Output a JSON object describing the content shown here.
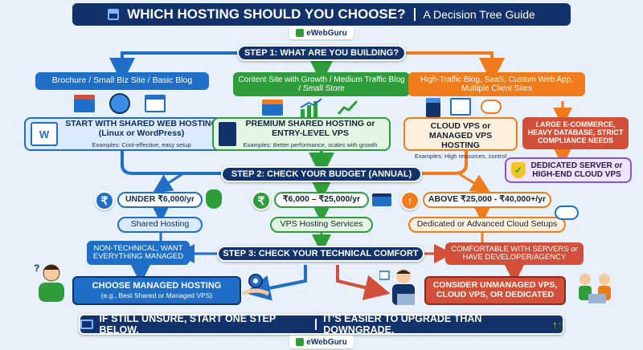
{
  "header": {
    "title": "WHICH HOSTING SHOULD YOU CHOOSE?",
    "subtitle": "A Decision Tree Guide",
    "logo_text": "eWebGuru"
  },
  "step1": {
    "label": "STEP 1: WHAT ARE YOU BUILDING?",
    "options": [
      "Brochure / Small Biz Site / Basic Blog",
      "Content Site with Growth / Medium Traffic Blog / Small Store",
      "High-Traffic Blog, SaaS, Custom Web App, Multiple Client Sites"
    ]
  },
  "recommendations": [
    {
      "title": "START WITH SHARED WEB HOSTING (Linux or WordPress)",
      "examples": "Examples: Cost-effective, easy setup"
    },
    {
      "title": "PREMIUM SHARED HOSTING or ENTRY-LEVEL VPS",
      "examples": "Examples: Better performance, scales with growth"
    },
    {
      "title": "CLOUD VPS or MANAGED VPS HOSTING",
      "examples": "Examples: High resources, control"
    }
  ],
  "enterprise": {
    "need": "LARGE E-COMMERCE, HEAVY DATABASE, STRICT COMPLIANCE NEEDS",
    "result": "DEDICATED SERVER or HIGH-END CLOUD VPS"
  },
  "step2": {
    "label": "STEP 2: CHECK YOUR BUDGET (ANNUAL)",
    "budgets": [
      {
        "range": "UNDER ₹6,000/yr",
        "result": "Shared Hosting"
      },
      {
        "range": "₹6,000 – ₹25,000/yr",
        "result": "VPS Hosting Services"
      },
      {
        "range": "ABOVE ₹25,000 - ₹40,000+/yr",
        "result": "Dedicated or Advanced Cloud Setups"
      }
    ]
  },
  "step3": {
    "label": "STEP 3: CHECK YOUR TECHNICAL COMFORT",
    "left_condition": "NON-TECHNICAL, WANT EVERYTHING MANAGED",
    "left_result": "CHOOSE MANAGED HOSTING",
    "left_result_sub": "(e.g., Best Shared or Managed VPS)",
    "right_condition": "COMFORTABLE WITH SERVERS or HAVE DEVELOPER/AGENCY",
    "right_result": "CONSIDER UNMANAGED VPS, CLOUD VPS, OR DEDICATED"
  },
  "footer": {
    "left": "IF STILL UNSURE, START ONE STEP BELOW.",
    "right": "IT'S EASIER TO UPGRADE THAN DOWNGRADE.",
    "logo_text": "eWebGuru"
  },
  "icons": {
    "rupee_symbol": "₹"
  },
  "colors": {
    "navy": "#12326b",
    "blue": "#1f6fc9",
    "green": "#2f9e3a",
    "orange": "#ef7b1a",
    "red": "#d2503a",
    "purple": "#8a54c9"
  }
}
